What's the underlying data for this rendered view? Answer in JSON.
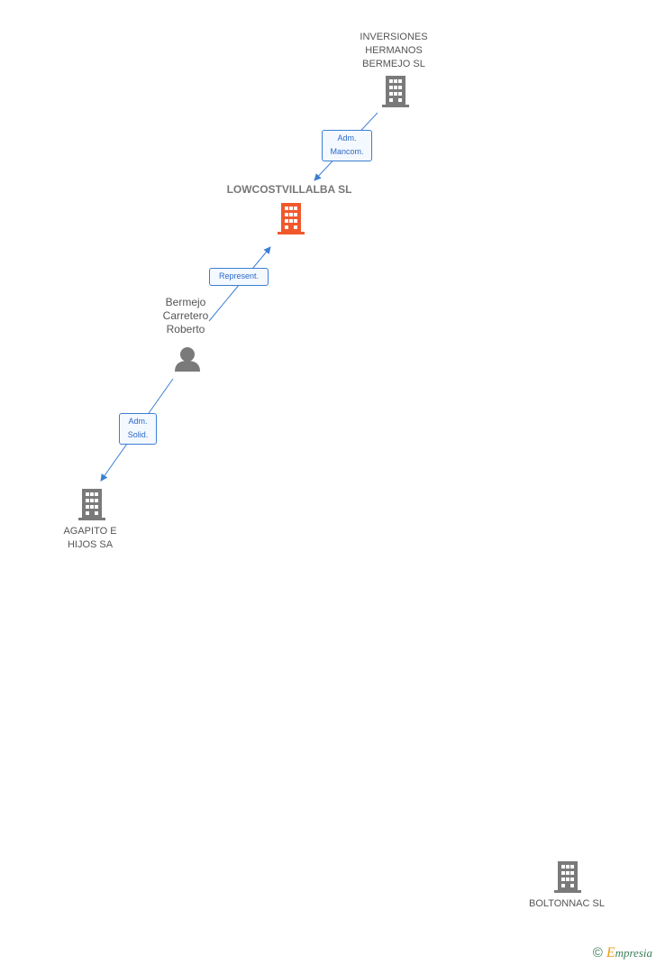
{
  "nodes": {
    "inversiones": {
      "label": "INVERSIONES\nHERMANOS\nBERMEJO  SL",
      "icon": "building-icon",
      "color": "#7a7a7a"
    },
    "lowcost": {
      "label": "LOWCOSTVILLALBA SL",
      "icon": "building-icon",
      "color": "#f0582c"
    },
    "bermejo": {
      "label": "Bermejo\nCarretero\nRoberto",
      "icon": "person-icon",
      "color": "#7a7a7a"
    },
    "agapito": {
      "label": "AGAPITO E\nHIJOS SA",
      "icon": "building-icon",
      "color": "#7a7a7a"
    },
    "boltonnac": {
      "label": "BOLTONNAC  SL",
      "icon": "building-icon",
      "color": "#7a7a7a"
    }
  },
  "edges": {
    "inv_to_low": {
      "label": "Adm.\nMancom."
    },
    "ber_to_low": {
      "label": "Represent."
    },
    "ber_to_aga": {
      "label": "Adm.\nSolid."
    }
  },
  "colors": {
    "edge": "#3b7fd4"
  },
  "footer": {
    "copyright_symbol": "©",
    "brand_initial": "E",
    "brand_rest": "mpresia"
  }
}
